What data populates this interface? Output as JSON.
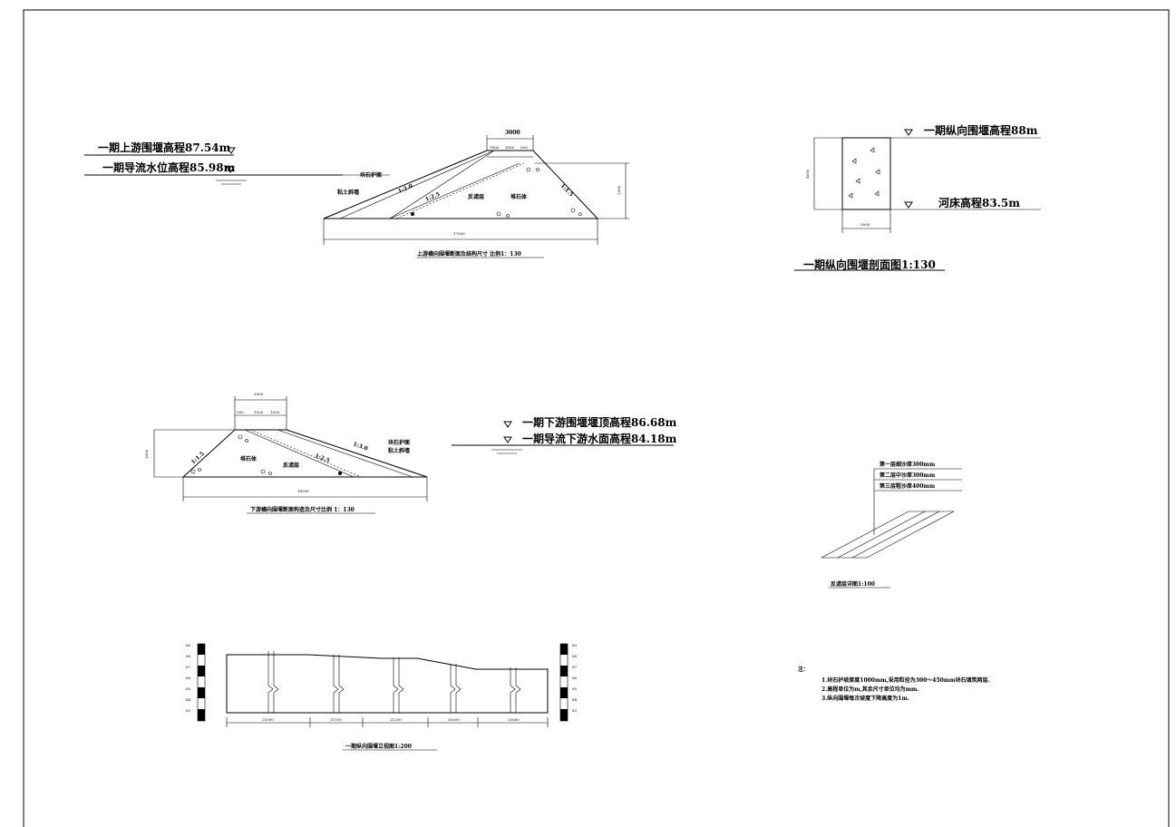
{
  "upstream": {
    "crest_elev": "一期上游围堰高程87.54m",
    "water_level": "一期导流水位高程85.98m",
    "riprap": "块石护面",
    "clay_wall": "粘土斜墙",
    "filter": "反滤层",
    "rockfill": "堆石体",
    "slope_up": "1:2.0",
    "slope_mid": "1:2.5",
    "slope_down": "1:1.5",
    "dim_top": "3000",
    "dim_sub": [
      "1000",
      "1000",
      "500"
    ],
    "dim_height": "3500",
    "dim_base": "17500",
    "caption": "上游横向围堰断面及结构尺寸  比例1：130"
  },
  "downstream": {
    "crest_elev": "一期下游围堰堰顶高程86.68m",
    "water_level": "一期导流下游水面高程84.18m",
    "riprap": "块石护面",
    "clay_wall": "粘土斜墙",
    "filter": "反滤层",
    "rockfill": "堆石体",
    "slope_left": "1:1.5",
    "slope_mid": "1:2.5",
    "slope_right": "1:3.0",
    "dim_top": "3000",
    "dim_sub": [
      "500",
      "1000",
      "1000"
    ],
    "dim_height": "3000",
    "dim_base": "16500",
    "caption": "下游横向围堰断面构造及尺寸比例 1：130"
  },
  "longitudinal_section": {
    "crest_elev": "一期纵向围堰高程88m",
    "riverbed_elev": "河床高程83.5m",
    "dim_height": "4650",
    "dim_width": "3000",
    "caption": "一期纵向围堰剖面图1:130"
  },
  "filter_detail": {
    "layers": [
      "第一层细沙厚300mm",
      "第二层中沙厚300mm",
      "第三层粗沙厚400mm"
    ],
    "caption": "反滤层详图1:100"
  },
  "elevation_view": {
    "scale_labels": [
      "89",
      "88",
      "87",
      "86",
      "85",
      "84",
      "83"
    ],
    "segments": [
      "21000",
      "21100",
      "21200",
      "10000",
      "20000"
    ],
    "caption": "一期纵向围堰立视图1:200"
  },
  "notes": {
    "title": "注：",
    "items": [
      "1.块石护坡厚度1000mm,采用粒径为300～450mm块石填筑两层.",
      "2.高程单位为m,其余尺寸单位均为mm.",
      "3.纵向围堰每次坡度下降高度为1m."
    ]
  }
}
